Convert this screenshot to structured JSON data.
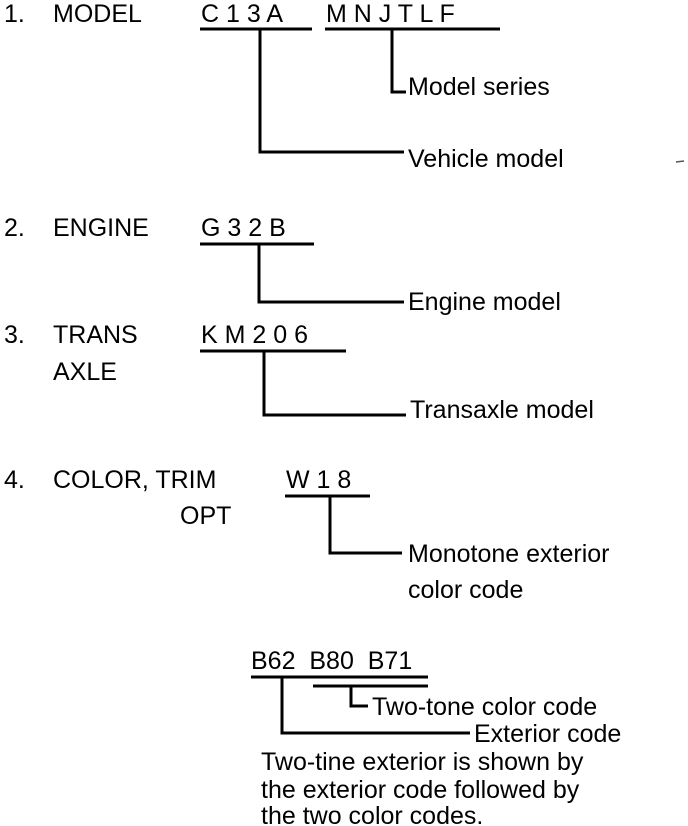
{
  "sections": [
    {
      "number": "1.",
      "label": "MODEL",
      "label2": "",
      "code": "C 1 3 A",
      "code2": "M N J T L F",
      "callouts": [
        "Model series",
        "Vehicle model"
      ]
    },
    {
      "number": "2.",
      "label": "ENGINE",
      "label2": "",
      "code": "G 3 2 B",
      "code2": "",
      "callouts": [
        "Engine model"
      ]
    },
    {
      "number": "3.",
      "label": "TRANS",
      "label2": "AXLE",
      "code": "K M 2 0 6",
      "code2": "",
      "callouts": [
        "Transaxle model"
      ]
    },
    {
      "number": "4.",
      "label": "COLOR, TRIM",
      "label2": "OPT",
      "code": "W 1 8",
      "code2": "",
      "callouts": [
        "Monotone exterior",
        "color code"
      ]
    }
  ],
  "two_tone": {
    "codes": "B62  B80  B71",
    "callouts": [
      "Two-tone color code",
      "Exterior code"
    ],
    "note": [
      "Two-tine exterior is shown by",
      "the exterior code followed by",
      "the two color codes."
    ]
  }
}
